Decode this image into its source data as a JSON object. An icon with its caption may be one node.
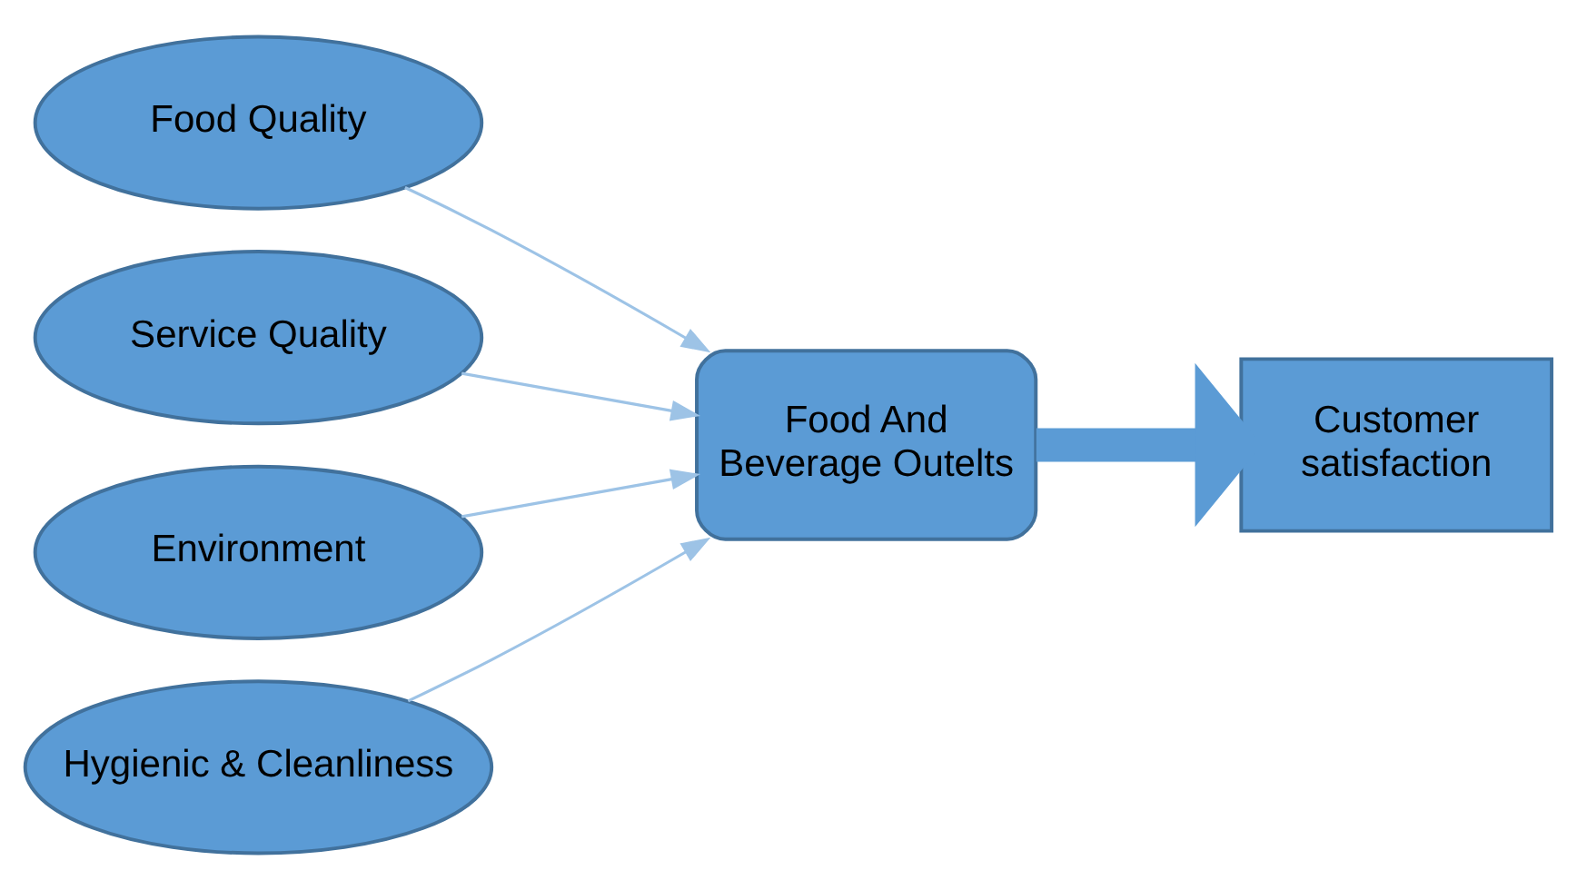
{
  "diagram": {
    "nodes": [
      {
        "text": [
          "Food Quality"
        ]
      },
      {
        "text": [
          "Service Quality"
        ]
      },
      {
        "text": [
          "Environment"
        ]
      },
      {
        "text": [
          "Hygienic & Cleanliness"
        ]
      },
      {
        "text": [
          "Food And Beverage Outelts"
        ]
      },
      {
        "text": [
          "Customer satisfaction"
        ]
      }
    ],
    "edges": [
      {
        "from": 0,
        "to": 4,
        "arrow": "to"
      },
      {
        "from": 1,
        "to": 4,
        "arrow": "to"
      },
      {
        "from": 2,
        "to": 4,
        "arrow": "to"
      },
      {
        "from": 3,
        "to": 4,
        "arrow": "to"
      },
      {
        "from": 4,
        "to": 5,
        "arrow": "to",
        "style": "thick",
        "color": "#5b9bd5"
      }
    ]
  }
}
